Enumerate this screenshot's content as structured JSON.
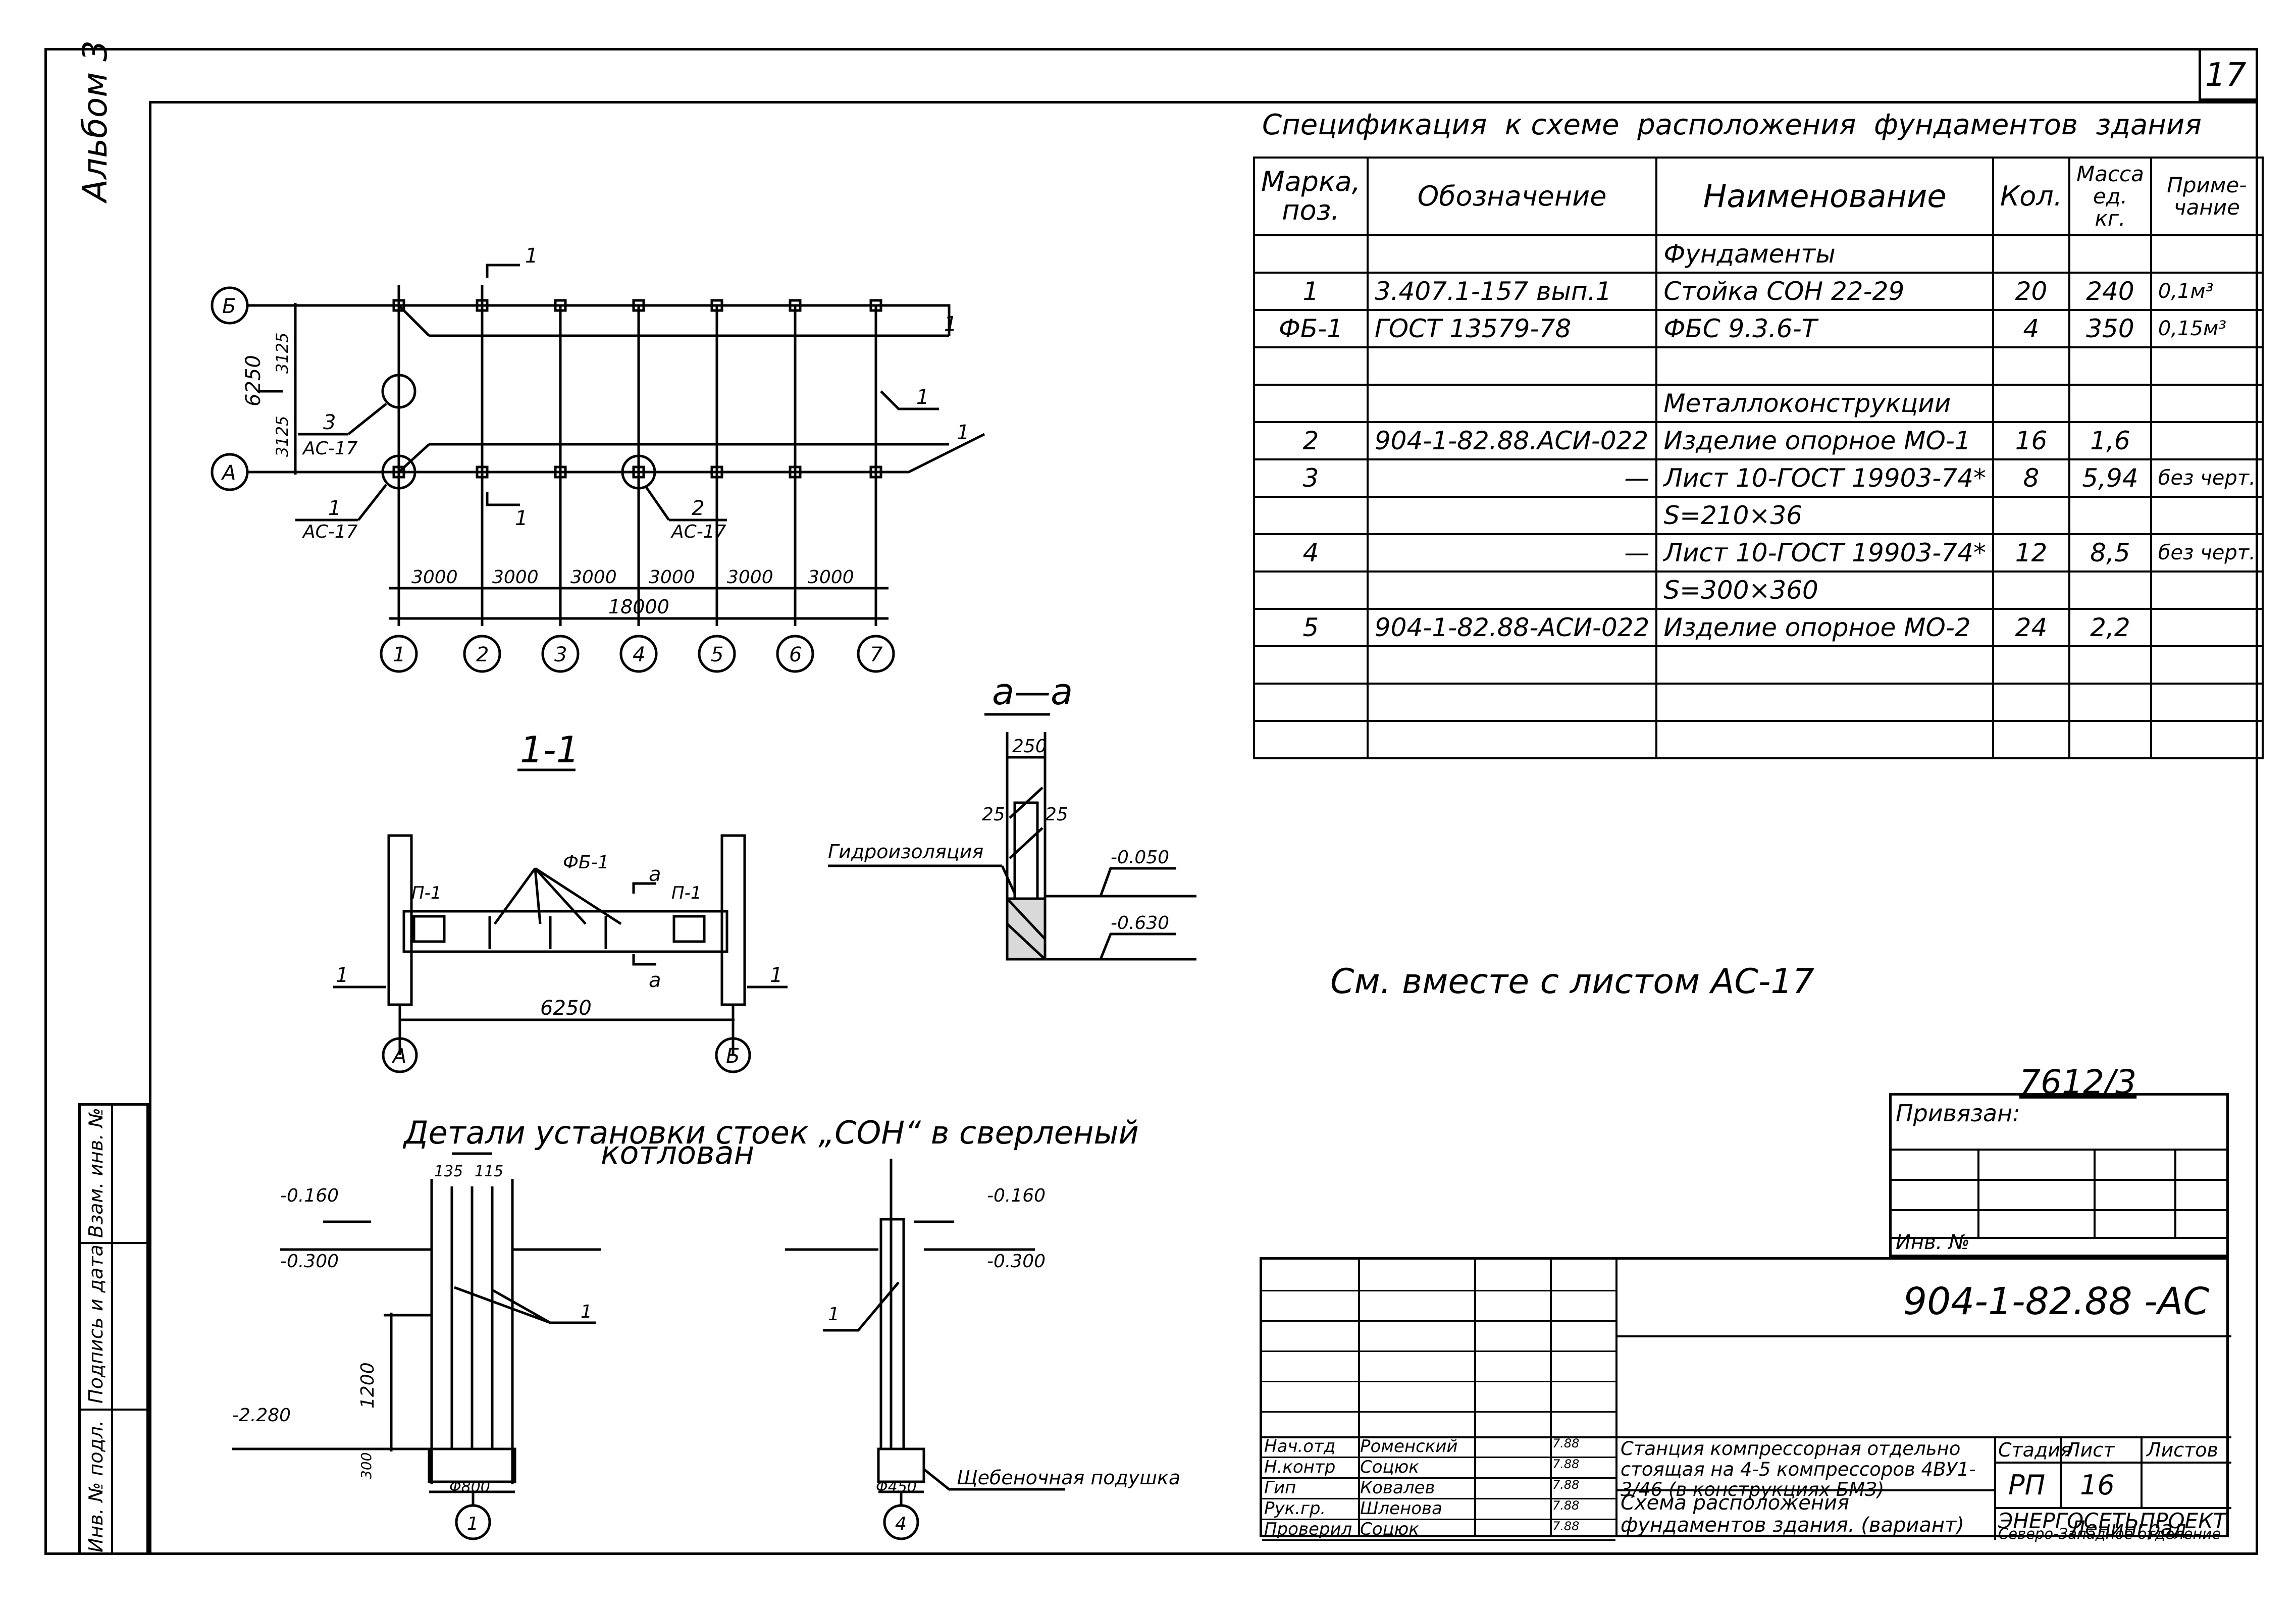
{
  "sheet_number": "17",
  "album_label": "Альбом 3",
  "left_stamp": [
    "Инв. № подл.",
    "Подпись и дата",
    "Взам. инв. №"
  ],
  "spec": {
    "title": "Спецификация  к схеме  расположения  фундаментов  здания",
    "headers": {
      "mark": "Марка, поз.",
      "designation": "Обозначение",
      "name": "Наименование",
      "qty": "Кол.",
      "mass": "Масса ед. кг.",
      "note": "Приме- чание"
    },
    "rows": [
      {
        "mark": "",
        "designation": "",
        "name": "Фундаменты",
        "qty": "",
        "mass": "",
        "note": ""
      },
      {
        "mark": "1",
        "designation": "3.407.1-157  вып.1",
        "name": "Стойка СОН 22-29",
        "qty": "20",
        "mass": "240",
        "note": "0,1м³"
      },
      {
        "mark": "ФБ-1",
        "designation": "ГОСТ 13579-78",
        "name": "ФБС 9.3.6-Т",
        "qty": "4",
        "mass": "350",
        "note": "0,15м³"
      },
      {
        "mark": "",
        "designation": "",
        "name": "",
        "qty": "",
        "mass": "",
        "note": ""
      },
      {
        "mark": "",
        "designation": "",
        "name": "Металлоконструкции",
        "qty": "",
        "mass": "",
        "note": ""
      },
      {
        "mark": "2",
        "designation": "904-1-82.88.АСИ-022",
        "name": "Изделие опорное МО-1",
        "qty": "16",
        "mass": "1,6",
        "note": ""
      },
      {
        "mark": "3",
        "designation": "—",
        "name": "Лист 10-ГОСТ 19903-74*",
        "qty": "8",
        "mass": "5,94",
        "note": "без черт."
      },
      {
        "mark": "",
        "designation": "",
        "name": "S=210×36",
        "qty": "",
        "mass": "",
        "note": ""
      },
      {
        "mark": "4",
        "designation": "—",
        "name": "Лист 10-ГОСТ 19903-74*",
        "qty": "12",
        "mass": "8,5",
        "note": "без черт."
      },
      {
        "mark": "",
        "designation": "",
        "name": "S=300×360",
        "qty": "",
        "mass": "",
        "note": ""
      },
      {
        "mark": "5",
        "designation": "904-1-82.88-АСИ-022",
        "name": "Изделие опорное МО-2",
        "qty": "24",
        "mass": "2,2",
        "note": ""
      },
      {
        "mark": "",
        "designation": "",
        "name": "",
        "qty": "",
        "mass": "",
        "note": ""
      },
      {
        "mark": "",
        "designation": "",
        "name": "",
        "qty": "",
        "mass": "",
        "note": ""
      },
      {
        "mark": "",
        "designation": "",
        "name": "",
        "qty": "",
        "mass": "",
        "note": ""
      }
    ]
  },
  "see_also": "См. вместе с листом АС-17",
  "tracing_number": "7612/3",
  "bound": {
    "label": "Привязан:",
    "inv": "Инв. №"
  },
  "plan": {
    "rows": [
      "Б",
      "А"
    ],
    "axes": [
      "1",
      "2",
      "3",
      "4",
      "5",
      "6",
      "7"
    ],
    "spans": [
      "3000",
      "3000",
      "3000",
      "3000",
      "3000",
      "3000"
    ],
    "total": "18000",
    "height_total": "6250",
    "height_parts": [
      "3125",
      "3125"
    ],
    "section_mark": "1",
    "leader_1": "1",
    "callouts": [
      {
        "num": "3",
        "sheet": "АС-17"
      },
      {
        "num": "1",
        "sheet": "АС-17"
      },
      {
        "num": "2",
        "sheet": "АС-17"
      }
    ]
  },
  "section_11": {
    "title": "1-1",
    "fb": "ФБ-1",
    "p1": "П-1",
    "a": "а",
    "one": "1",
    "width": "6250",
    "axes": [
      "А",
      "Б"
    ]
  },
  "section_aa": {
    "title": "а—а",
    "w": "250",
    "w1": "25",
    "w2": "25",
    "waterproof": "Гидроизоляция",
    "l1": "-0.050",
    "l2": "-0.630"
  },
  "details": {
    "title_line1": "Детали установки стоек „СОН“ в сверленый",
    "title_line2": "котлован",
    "d1": {
      "top": "-0.160",
      "ground": "-0.300",
      "bottom": "-2.280",
      "d1": "135",
      "d2": "115",
      "h": "1200",
      "pad": "300",
      "dia": "Φ800",
      "num": "1",
      "leader": "1"
    },
    "d4": {
      "top": "-0.160",
      "ground": "-0.300",
      "dia": "Φ450",
      "num": "4",
      "leader": "1",
      "pad_label": "Щебеночная подушка"
    }
  },
  "title_block": {
    "code": "904-1-82.88 -АС",
    "people": [
      {
        "role": "Нач.отд",
        "name": "Роменский",
        "date": "7.88"
      },
      {
        "role": "Н.контр",
        "name": "Соцюк",
        "date": "7.88"
      },
      {
        "role": "Гип",
        "name": "Ковалев",
        "date": "7.88"
      },
      {
        "role": "Рук.гр.",
        "name": "Шленова",
        "date": "7.88"
      },
      {
        "role": "Проверил",
        "name": "Соцюк",
        "date": "7.88"
      }
    ],
    "project": "Станция компрессорная отдельно стоящая на 4-5 компрессоров 4ВУ1-3/46 (в конструкциях БМЗ)",
    "drawing": "Схема расположения фундаментов здания. (вариант)",
    "stage_h": "Стадия",
    "sheet_h": "Лист",
    "sheets_h": "Листов",
    "stage": "РП",
    "sheet": "16",
    "sheets": "",
    "org": "ЭНЕРГОСЕТЬПРОЕКТ",
    "org2": "Северо-Западное отделение",
    "city": "Ленинград"
  }
}
